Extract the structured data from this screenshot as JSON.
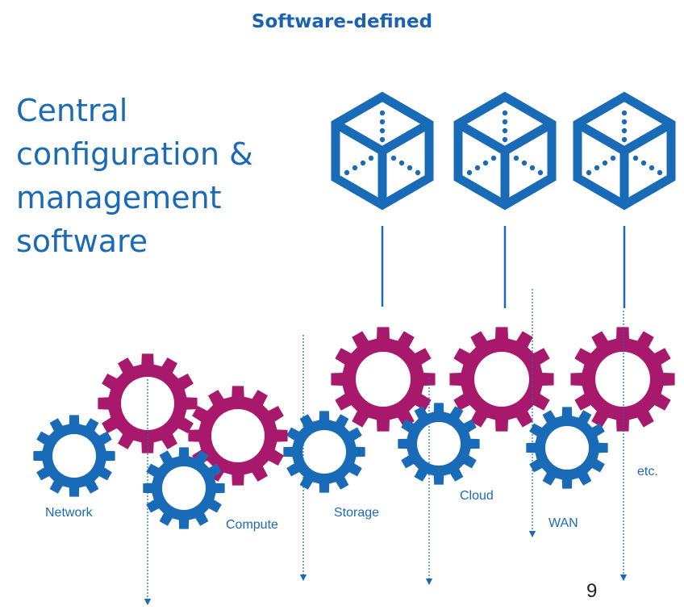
{
  "title": "Software-defined",
  "headline": {
    "lines": [
      "Central",
      "configuration &",
      "management",
      "software"
    ]
  },
  "labels": {
    "network": "Network",
    "compute": "Compute",
    "storage": "Storage",
    "cloud": "Cloud",
    "wan": "WAN",
    "etc": "etc."
  },
  "page_number": "9",
  "colors": {
    "blue": "#1a6bb7",
    "magenta": "#a8196b",
    "text": "#222222"
  },
  "icons": [
    "cube-icon",
    "cube-icon",
    "cube-icon",
    "gear-icon"
  ]
}
